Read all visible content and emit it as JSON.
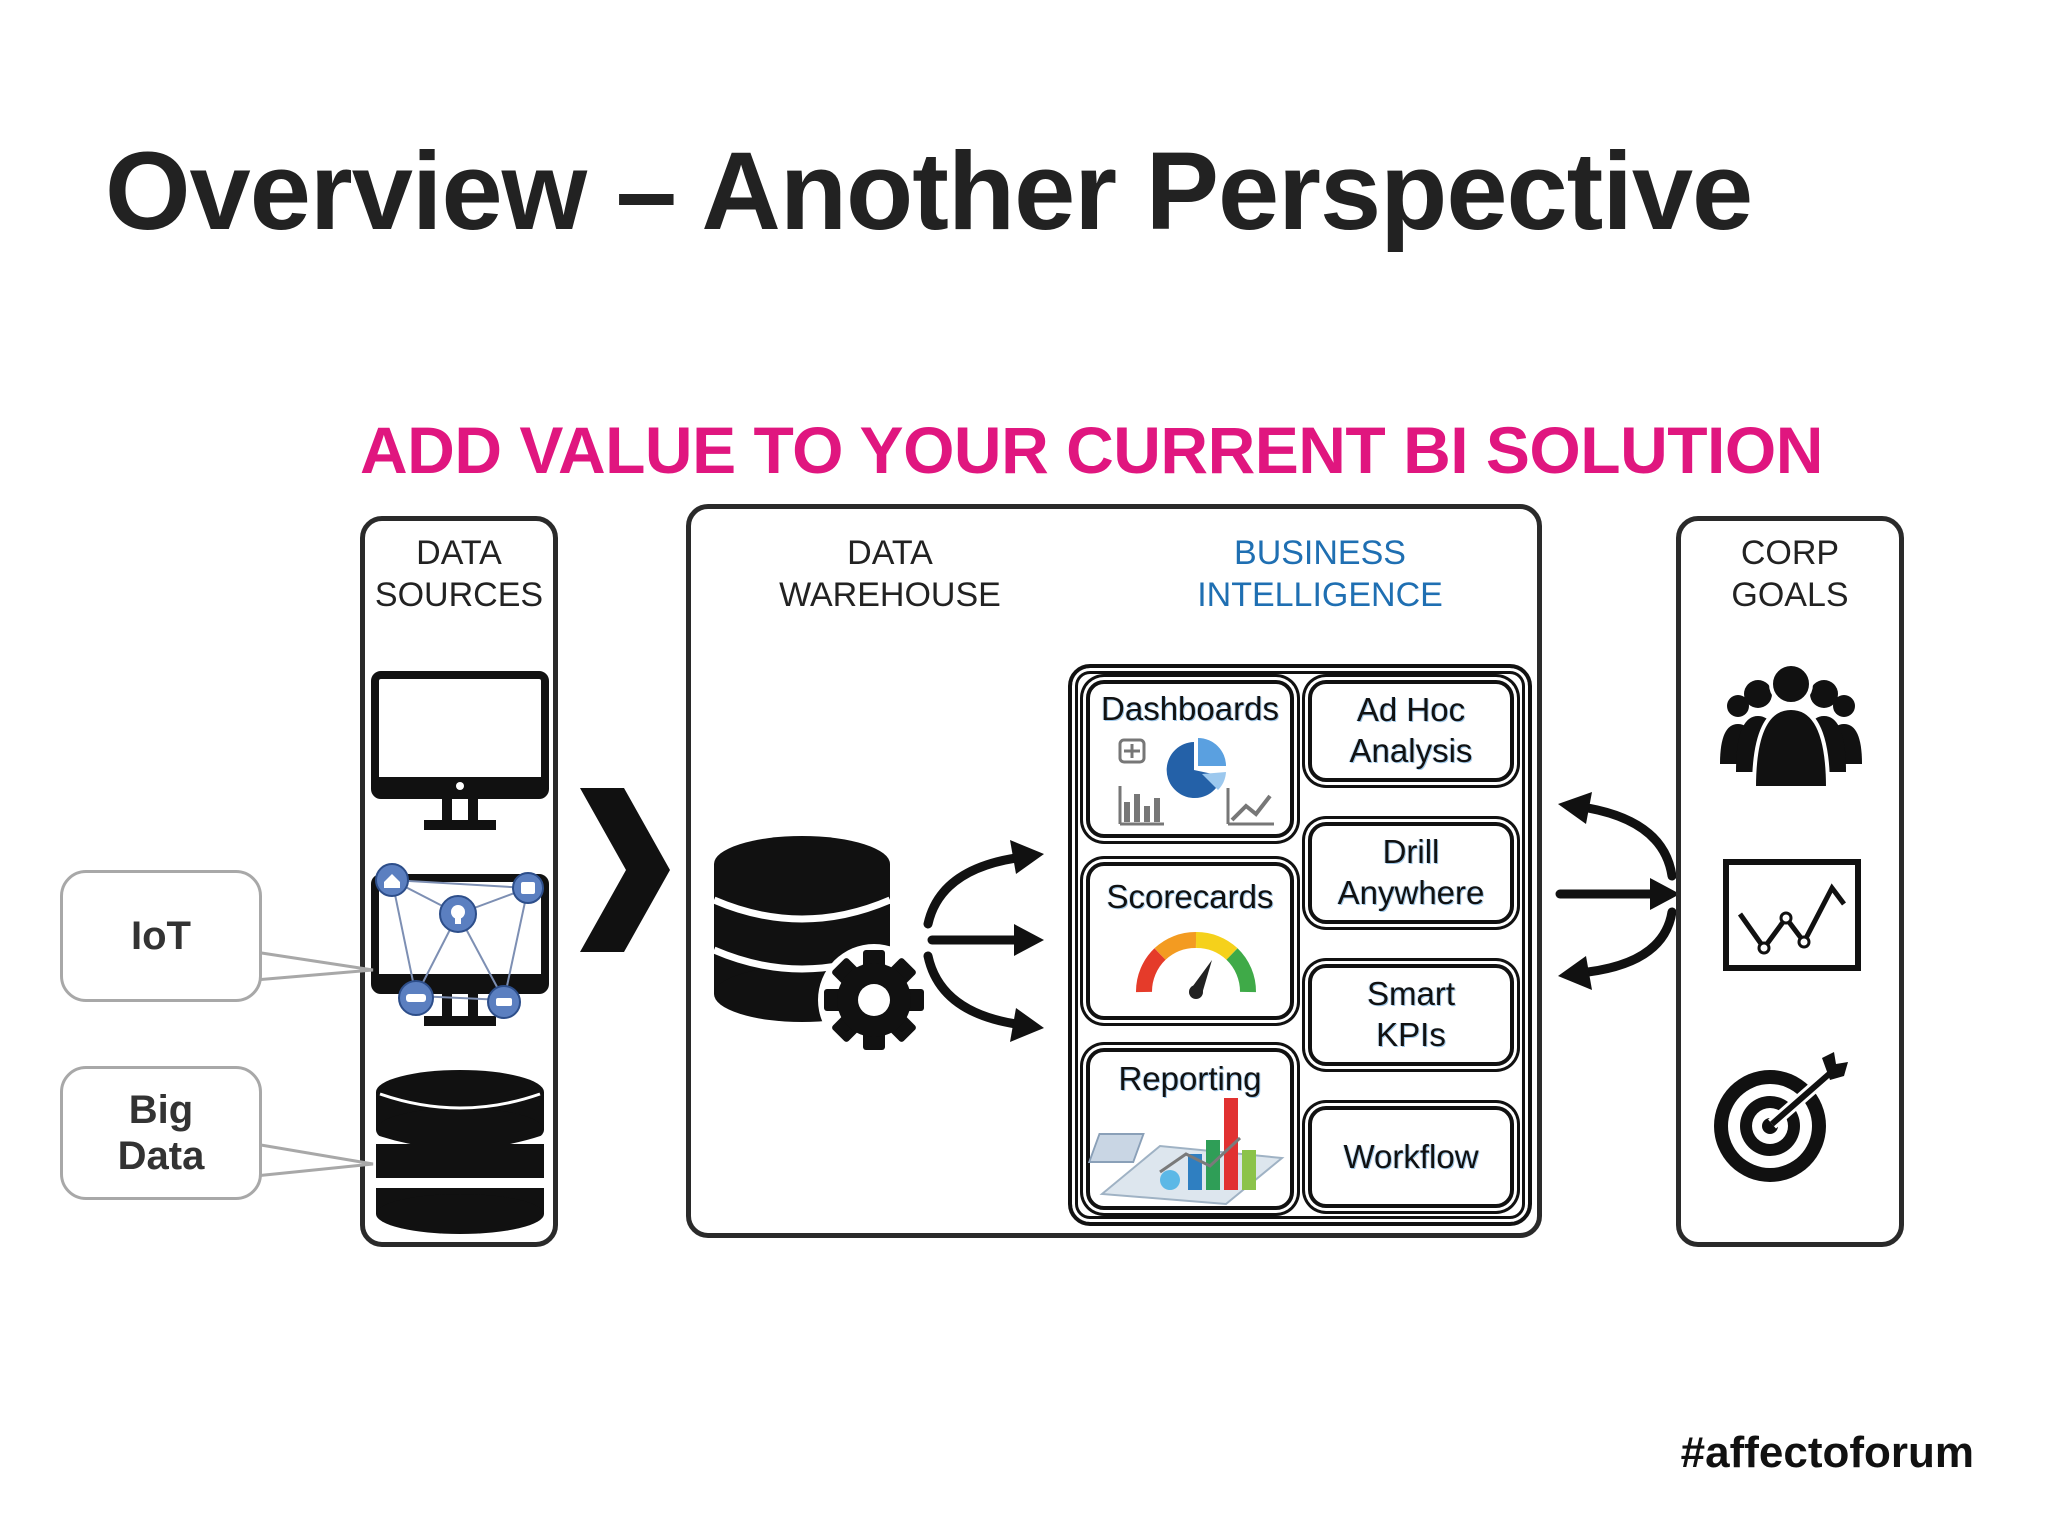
{
  "title": "Overview – Another Perspective",
  "subtitle": "ADD VALUE TO YOUR CURRENT BI SOLUTION",
  "hashtag": "#affectoforum",
  "panels": {
    "sources": "DATA\nSOURCES",
    "warehouse": "DATA\nWAREHOUSE",
    "bi": "BUSINESS\nINTELLIGENCE",
    "goals": "CORP\nGOALS"
  },
  "callouts": {
    "iot": "IoT",
    "bigdata": "Big\nData"
  },
  "bi_items": {
    "dashboards": "Dashboards",
    "adhoc": "Ad Hoc\nAnalysis",
    "drill": "Drill\nAnywhere",
    "scorecards": "Scorecards",
    "smartkpis": "Smart\nKPIs",
    "reporting": "Reporting",
    "workflow": "Workflow"
  },
  "colors": {
    "accent": "#e0167f",
    "bi_blue": "#1f6fb2",
    "ink": "#222222"
  }
}
